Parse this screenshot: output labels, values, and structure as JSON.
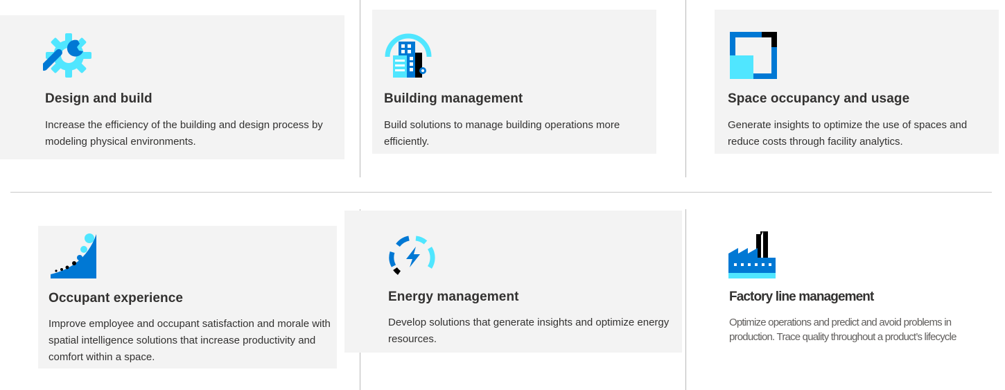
{
  "cards": [
    {
      "icon": "gear-wrench-icon",
      "title": "Design and build",
      "description": "Increase the efficiency of the building and design process by modeling physical environments."
    },
    {
      "icon": "building-icon",
      "title": "Building management",
      "description": "Build solutions to manage building operations more efficiently."
    },
    {
      "icon": "space-square-icon",
      "title": "Space occupancy and usage",
      "description": "Generate insights to optimize the use of spaces and reduce costs through facility analytics."
    },
    {
      "icon": "occupant-slope-icon",
      "title": "Occupant experience",
      "description": "Improve employee and occupant satisfaction and morale with spatial intelligence solutions that increase productivity and comfort within a space."
    },
    {
      "icon": "energy-bolt-icon",
      "title": "Energy management",
      "description": "Develop solutions that generate insights and optimize energy resources."
    },
    {
      "icon": "factory-icon",
      "title": "Factory line management",
      "description": "Optimize operations and predict and avoid problems in production. Trace quality throughout a product’s lifecycle"
    }
  ],
  "colors": {
    "card_bg": "#f3f3f3",
    "azure_blue": "#0078d4",
    "light_cyan": "#50e6ff",
    "dark": "#000000",
    "divider": "#c8c8c8"
  }
}
